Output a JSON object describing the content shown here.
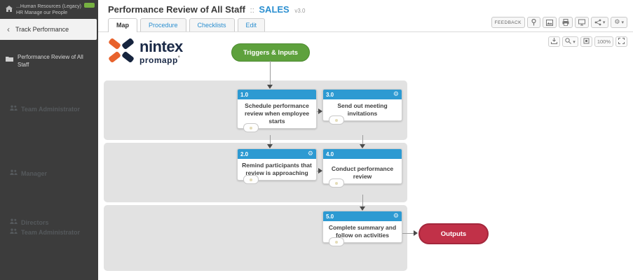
{
  "sidebar": {
    "group_line1": "...Human Resources (Legacy)",
    "group_line2": "HR Manage our People",
    "back_item_label": "Track Performance",
    "process_item_label": "Performance Review of All Staff"
  },
  "header": {
    "title": "Performance Review of All Staff",
    "separator": "::",
    "tag": "SALES",
    "version": "v3.0",
    "feedback_label": "FEEDBACK"
  },
  "tabs": [
    {
      "label": "Map"
    },
    {
      "label": "Procedure"
    },
    {
      "label": "Checklists"
    },
    {
      "label": "Edit"
    }
  ],
  "logo": {
    "name": "nintex",
    "sub": "promapp",
    "mark": "°"
  },
  "map_toolbar": {
    "zoom_level": "100%"
  },
  "map": {
    "triggers_label": "Triggers & Inputs",
    "outputs_label": "Outputs",
    "lanes": [
      {
        "roles": [
          "Team Administrator"
        ]
      },
      {
        "roles": [
          "Manager"
        ]
      },
      {
        "roles": [
          "Directors",
          "Team Administrator"
        ]
      }
    ],
    "boxes": [
      {
        "number": "1.0",
        "title": "Schedule performance review when employee starts"
      },
      {
        "number": "2.0",
        "title": "Remind participants that review is approaching"
      },
      {
        "number": "3.0",
        "title": "Send out meeting invitations"
      },
      {
        "number": "4.0",
        "title": "Conduct performance review"
      },
      {
        "number": "5.0",
        "title": "Complete summary and follow on activities"
      }
    ]
  },
  "icons": {
    "gear": "⚙",
    "caret": "▾",
    "back": "‹"
  },
  "colors": {
    "accent_blue": "#2d9ad2",
    "trigger_green": "#5ea13d",
    "output_red": "#c13148",
    "brand_navy": "#1b2a47",
    "brand_orange": "#e8622c",
    "sidebar_dark": "#3c3c3c",
    "lane_gray": "#e2e2e2"
  }
}
